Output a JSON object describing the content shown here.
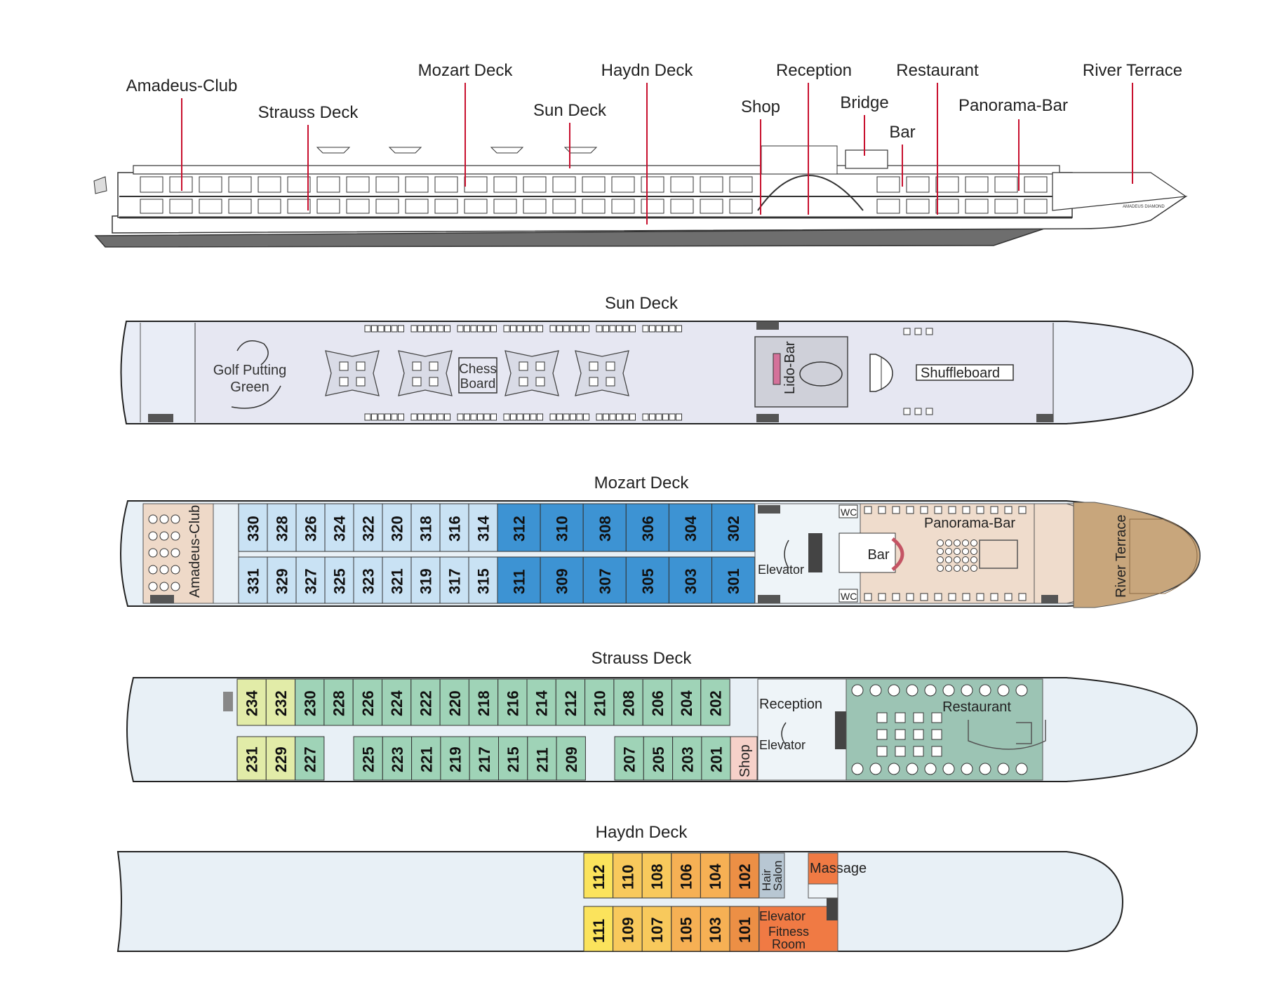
{
  "profile": {
    "labels": [
      "Amadeus-Club",
      "Strauss Deck",
      "Mozart Deck",
      "Sun Deck",
      "Haydn Deck",
      "Shop",
      "Reception",
      "Bridge",
      "Bar",
      "Restaurant",
      "Panorama-Bar",
      "River Terrace"
    ],
    "ship_name": "AMADEUS DIAMOND"
  },
  "sun_deck": {
    "title": "Sun Deck",
    "golf": [
      "Golf Putting",
      "Green"
    ],
    "chess": [
      "Chess",
      "Board"
    ],
    "lido_bar": "Lido-Bar",
    "shuffleboard": "Shuffleboard"
  },
  "mozart_deck": {
    "title": "Mozart Deck",
    "club": "Amadeus-Club",
    "elevator": "Elevator",
    "wc": "WC",
    "bar": "Bar",
    "panorama_bar": "Panorama-Bar",
    "river_terrace": "River Terrace",
    "top_cabins": [
      "330",
      "328",
      "326",
      "324",
      "322",
      "320",
      "318",
      "316",
      "314",
      "312",
      "310",
      "308",
      "306",
      "304",
      "302"
    ],
    "bottom_cabins": [
      "331",
      "329",
      "327",
      "325",
      "323",
      "321",
      "319",
      "317",
      "315",
      "311",
      "309",
      "307",
      "305",
      "303",
      "301"
    ]
  },
  "strauss_deck": {
    "title": "Strauss Deck",
    "reception": "Reception",
    "elevator": "Elevator",
    "restaurant": "Restaurant",
    "shop": "Shop",
    "top_cabins": [
      "234",
      "232",
      "230",
      "228",
      "226",
      "224",
      "222",
      "220",
      "218",
      "216",
      "214",
      "212",
      "210",
      "208",
      "206",
      "204",
      "202"
    ],
    "bottom_cabins": [
      "231",
      "229",
      "227",
      "225",
      "223",
      "221",
      "219",
      "217",
      "215",
      "211",
      "209",
      "207",
      "205",
      "203",
      "201"
    ]
  },
  "haydn_deck": {
    "title": "Haydn Deck",
    "hair_salon": [
      "Hair",
      "Salon"
    ],
    "massage": "Massage",
    "elevator": "Elevator",
    "fitness": [
      "Fitness",
      "Room"
    ],
    "top_cabins": [
      "112",
      "110",
      "108",
      "106",
      "104",
      "102"
    ],
    "bottom_cabins": [
      "111",
      "109",
      "107",
      "105",
      "103",
      "101"
    ]
  },
  "colors": {
    "callout_line": "#c8102e",
    "deck_fill": "#e8f0f6",
    "sun_deck_fill": "#e6e7f2",
    "mozart_light": "#c9e2f4",
    "mozart_dark": "#3d93d3",
    "strauss_green": "#9fd3b7",
    "strauss_yellow": "#e2eca8",
    "haydn_yellow": "#fbe35c",
    "haydn_orange": "#f6b054",
    "haydn_dark_orange": "#ec8f45",
    "bar_beige": "#efdccc",
    "restaurant_green": "#9cc4b4",
    "terrace_wood": "#c8a67c",
    "fitness_orange": "#f07a44"
  }
}
